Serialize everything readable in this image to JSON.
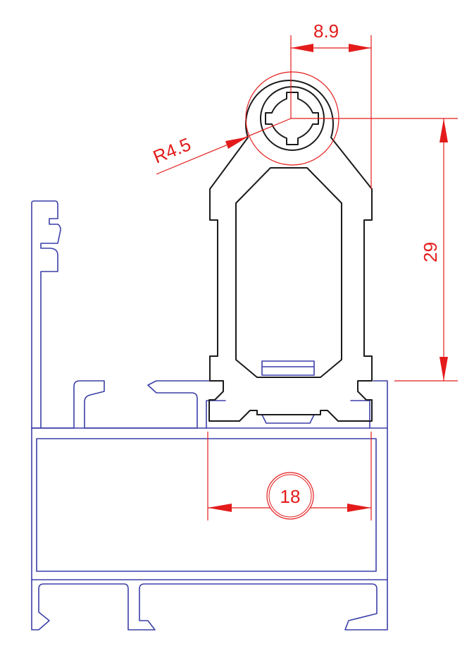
{
  "dimensions": {
    "top_width": "8.9",
    "radius": "R4.5",
    "height": "29",
    "bottom_width": "18"
  },
  "colors": {
    "dimension": "#e41b1b",
    "frame_profile": "#3b3fa8",
    "insert_profile": "#1a1a1a"
  }
}
